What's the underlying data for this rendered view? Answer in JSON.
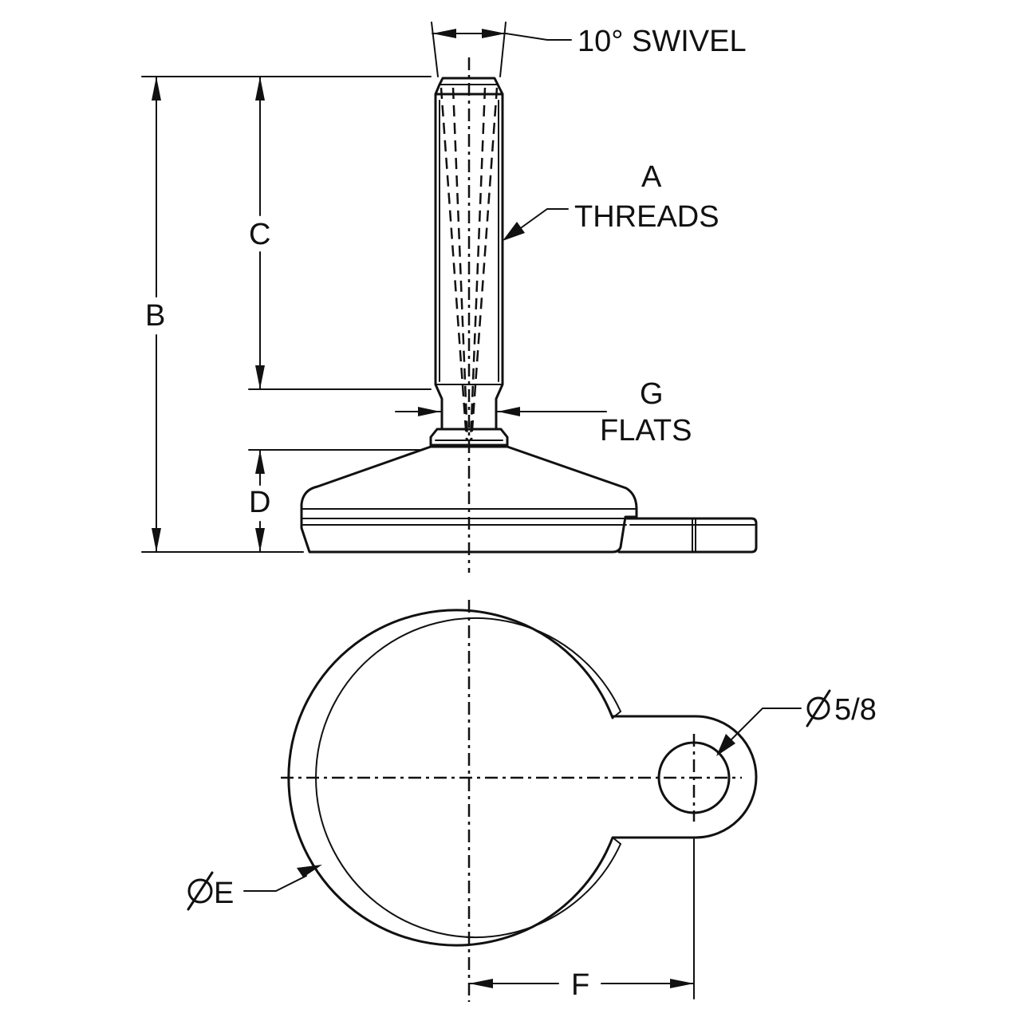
{
  "labels": {
    "swivel": "10° SWIVEL",
    "threads_letter": "A",
    "threads_word": "THREADS",
    "b": "B",
    "c": "C",
    "d": "D",
    "flats_letter": "G",
    "flats_word": "FLATS",
    "hole_diameter": "5/8",
    "base_diameter": "E",
    "f": "F"
  },
  "symbols": {
    "diameter": "diameter-symbol"
  },
  "colors": {
    "line": "#111111",
    "background": "#ffffff"
  }
}
